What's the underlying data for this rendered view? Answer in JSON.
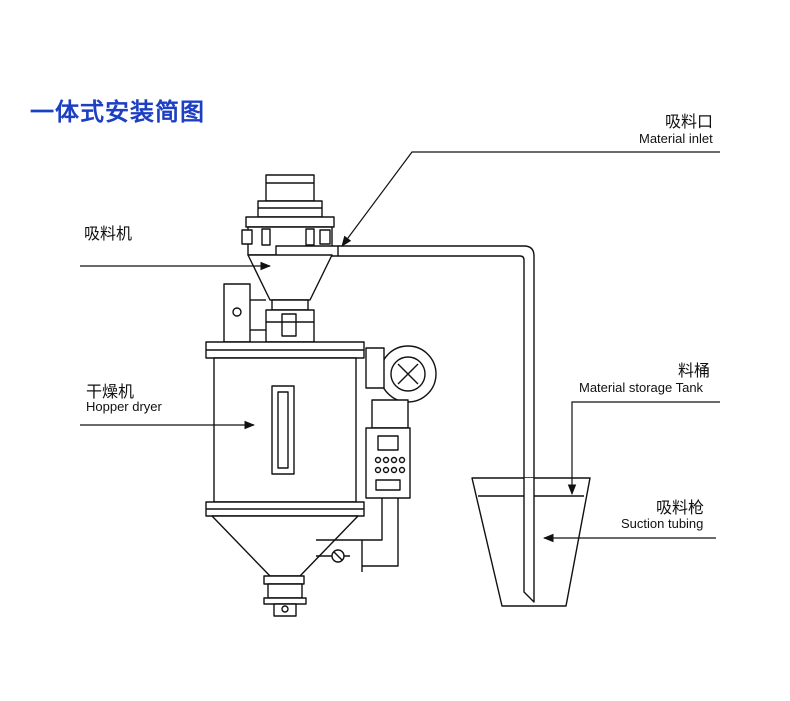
{
  "title": "一体式安装简图",
  "labels": {
    "inlet_cn": "吸料口",
    "inlet_en": "Material inlet",
    "loader_cn": "吸料机",
    "dryer_cn": "干燥机",
    "dryer_en": "Hopper dryer",
    "tank_cn": "料桶",
    "tank_en": "Material storage Tank",
    "gun_cn": "吸料枪",
    "gun_en": "Suction tubing"
  },
  "colors": {
    "title": "#1d3fc4",
    "line": "#111111"
  }
}
